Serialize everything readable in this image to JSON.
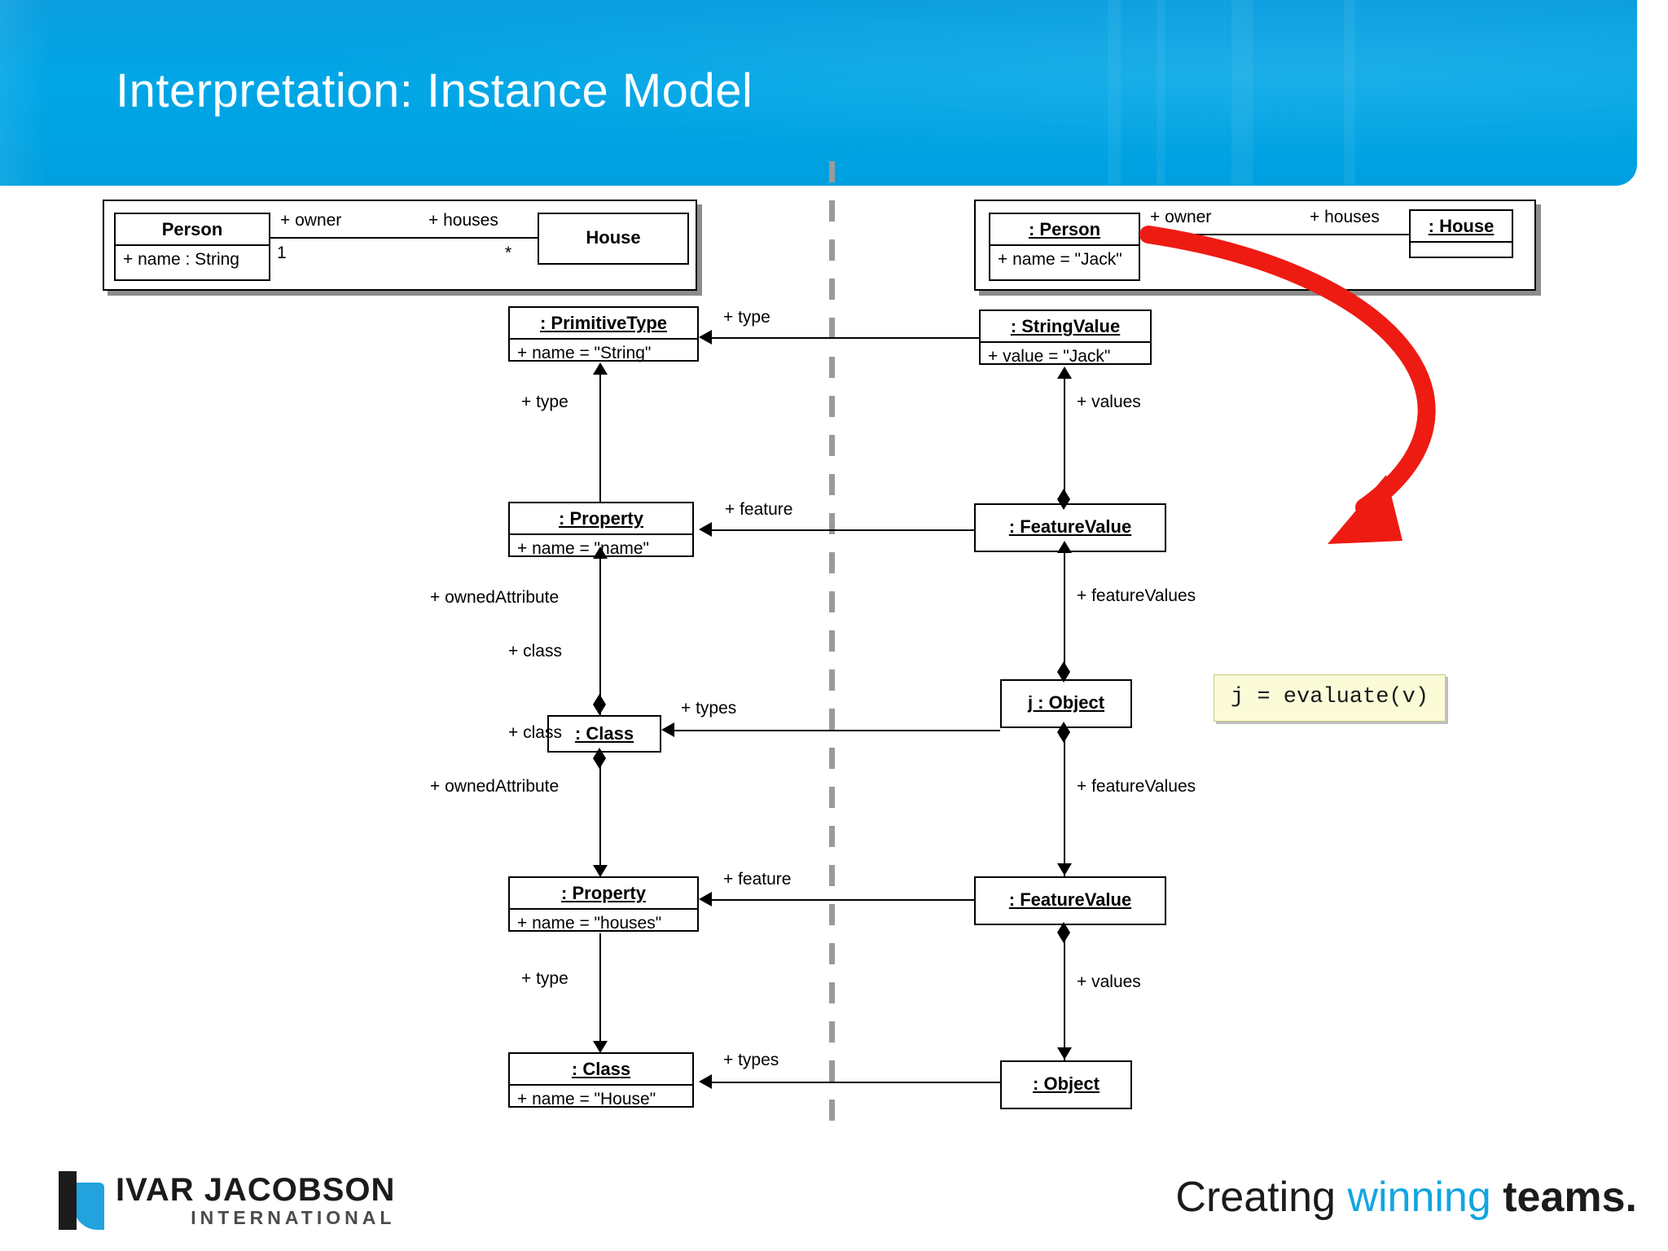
{
  "header": {
    "title": "Interpretation: Instance Model",
    "background_color": "#00a0e0"
  },
  "footer": {
    "logo_line1": "IVAR JACOBSON",
    "logo_line2": "INTERNATIONAL",
    "tagline_part1": "Creating",
    "tagline_part2": "winning",
    "tagline_part3": "teams.",
    "accent_color": "#12a5e2"
  },
  "callout": {
    "code": "j = evaluate(v)",
    "background_color": "#fbfbd8"
  },
  "arrow": {
    "color": "#ee1b13",
    "name": "red-curved-arrow"
  },
  "diagram": {
    "top_left": {
      "class_person": {
        "name": "Person",
        "attribute": "+ name : String"
      },
      "class_house": {
        "name": "House"
      },
      "assoc_end_left": "+ owner",
      "assoc_end_right": "+ houses",
      "mult_left": "1",
      "mult_right": "*"
    },
    "top_right": {
      "instance_person": {
        "name": ": Person",
        "attribute": "+ name = \"Jack\""
      },
      "instance_house": {
        "name": ": House"
      },
      "assoc_end_left": "+ owner",
      "assoc_end_right": "+ houses"
    },
    "left_column": [
      {
        "name": ": PrimitiveType",
        "attribute": "+ name = \"String\""
      },
      {
        "name": ": Property",
        "attribute": "+ name = \"name\""
      },
      {
        "name": ": Class",
        "attribute": ""
      },
      {
        "name": ": Property",
        "attribute": "+ name = \"houses\""
      },
      {
        "name": ": Class",
        "attribute": "+ name = \"House\""
      }
    ],
    "right_column": [
      {
        "name": ": StringValue",
        "attribute": "+ value = \"Jack\""
      },
      {
        "name": ": FeatureValue",
        "attribute": ""
      },
      {
        "name": "j : Object",
        "attribute": ""
      },
      {
        "name": ": FeatureValue",
        "attribute": ""
      },
      {
        "name": ": Object",
        "attribute": ""
      }
    ],
    "edge_labels": {
      "type_to_primitive": "+ type",
      "type_property_primitive": "+ type",
      "stringvalue_type": "+ type",
      "values_top": "+ values",
      "feature_top": "+ feature",
      "ownedattribute_top": "+ ownedAttribute",
      "class_top": "+ class",
      "featurevalues_top": "+ featureValues",
      "types_top": "+ types",
      "class_bottom": "+ class",
      "ownedattribute_bottom": "+ ownedAttribute",
      "featurevalues_bottom": "+ featureValues",
      "feature_bottom": "+ feature",
      "type_bottom": "+ type",
      "values_bottom": "+ values",
      "types_bottom": "+ types"
    }
  }
}
